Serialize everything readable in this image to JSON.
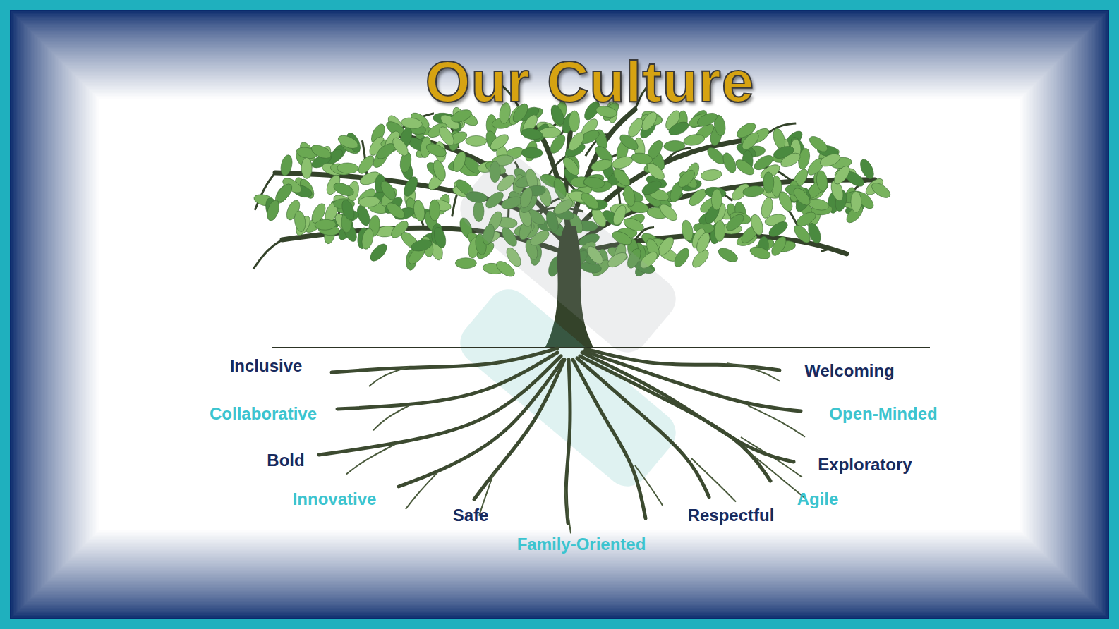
{
  "diagram": {
    "title": "Our Culture",
    "labels": [
      "Inclusive",
      "Welcoming",
      "Collaborative",
      "Open-Minded",
      "Bold",
      "Exploratory",
      "Innovative",
      "Agile",
      "Safe",
      "Respectful",
      "Family-Oriented"
    ]
  }
}
